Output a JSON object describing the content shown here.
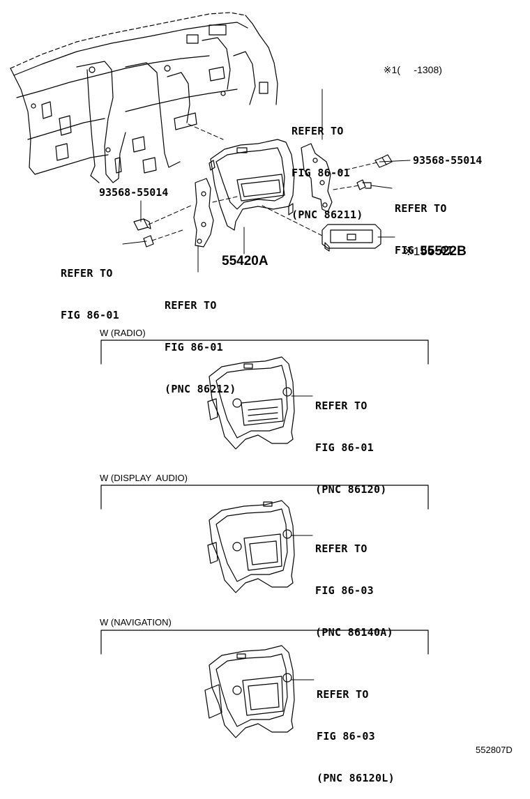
{
  "note": {
    "mark": "※1",
    "range": "(     -1308)"
  },
  "labels": {
    "refer_top_right": [
      "REFER TO",
      "FIG 86-01",
      "(PNC 86211)"
    ],
    "bolt_right": "93568-55014",
    "refer_right_small": [
      "REFER TO",
      "FIG 86-01"
    ],
    "bolt_left": "93568-55014",
    "refer_left_small": [
      "REFER TO",
      "FIG 86-01"
    ],
    "refer_bottom_left": [
      "REFER TO",
      "FIG 86-01",
      "(PNC 86212)"
    ],
    "part_panel": "55420A",
    "part_switch": {
      "mark": "※1",
      "number": "55522B"
    }
  },
  "variants": [
    {
      "caption": "W (RADIO)",
      "refer": [
        "REFER TO",
        "FIG 86-01",
        "(PNC 86120)"
      ]
    },
    {
      "caption": "W (DISPLAY  AUDIO)",
      "refer": [
        "REFER TO",
        "FIG 86-03",
        "(PNC 86140A)"
      ]
    },
    {
      "caption": "W (NAVIGATION)",
      "refer": [
        "REFER TO",
        "FIG 86-03",
        "(PNC 86120L)"
      ]
    }
  ],
  "figure_id": "552807D"
}
